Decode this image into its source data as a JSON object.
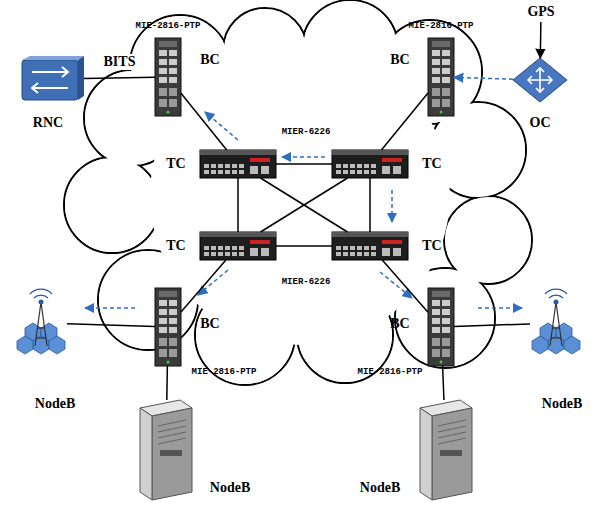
{
  "diagram": {
    "nodes": [
      {
        "text": [
          "RNC"
        ]
      },
      {
        "text": [
          "MIE-2816-PTP",
          "BC"
        ]
      },
      {
        "text": [
          "MIE-2816-PTP",
          "BC"
        ]
      },
      {
        "text": [
          "OC"
        ]
      },
      {
        "text": [
          "GPS"
        ]
      },
      {
        "text": [
          "TC"
        ]
      },
      {
        "text": [
          "TC"
        ]
      },
      {
        "text": [
          "TC"
        ]
      },
      {
        "text": [
          "TC"
        ]
      },
      {
        "text": [
          "BC",
          "MIE-2816-PTP"
        ]
      },
      {
        "text": [
          "BC",
          "MIE-2816-PTP"
        ]
      },
      {
        "text": [
          "NodeB"
        ]
      },
      {
        "text": [
          "NodeB"
        ]
      },
      {
        "text": [
          "NodeB"
        ]
      },
      {
        "text": [
          "NodeB"
        ]
      }
    ],
    "edges": [
      {
        "from": 0,
        "to": 1,
        "arrow": "none",
        "label": "BITS"
      },
      {
        "from": 4,
        "to": 3,
        "arrow": "to"
      },
      {
        "from": 3,
        "to": 2,
        "arrow": "to"
      },
      {
        "from": 1,
        "to": 5,
        "arrow": "none"
      },
      {
        "from": 2,
        "to": 6,
        "arrow": "none"
      },
      {
        "from": 5,
        "to": 6,
        "arrow": "none"
      },
      {
        "from": 5,
        "to": 7,
        "arrow": "none"
      },
      {
        "from": 6,
        "to": 8,
        "arrow": "none"
      },
      {
        "from": 7,
        "to": 8,
        "arrow": "none"
      },
      {
        "from": 5,
        "to": 8,
        "arrow": "none"
      },
      {
        "from": 6,
        "to": 7,
        "arrow": "none"
      },
      {
        "from": 7,
        "to": 9,
        "arrow": "none"
      },
      {
        "from": 8,
        "to": 10,
        "arrow": "none"
      },
      {
        "from": 9,
        "to": 11,
        "arrow": "none"
      },
      {
        "from": 9,
        "to": 12,
        "arrow": "none"
      },
      {
        "from": 10,
        "to": 13,
        "arrow": "none"
      },
      {
        "from": 10,
        "to": 14,
        "arrow": "none"
      }
    ],
    "labels": [
      "MIER-6226",
      "MIER-6226"
    ]
  }
}
